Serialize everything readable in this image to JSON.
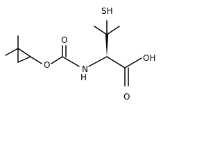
{
  "molecule": {
    "labels": {
      "thiol": "SH",
      "amine": "H",
      "amine_n": "N",
      "ether_o": "O",
      "carbamate_o": "O",
      "acid_oh": "OH",
      "acid_o": "O"
    },
    "colors": {
      "bond": "#000000",
      "text": "#000000",
      "background": "#ffffff"
    }
  }
}
